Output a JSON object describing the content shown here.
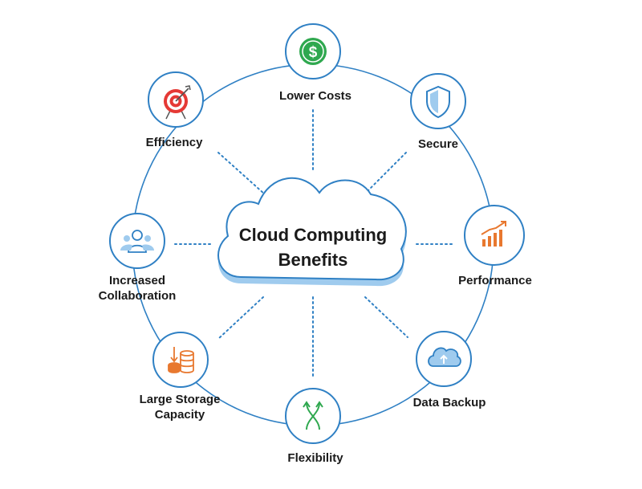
{
  "center": {
    "title_line1": "Cloud Computing",
    "title_line2": "Benefits"
  },
  "benefits": [
    {
      "id": "lower-costs",
      "label_lines": [
        "Lower Costs"
      ],
      "icon": "dollar-coin-icon",
      "color": "#2fa84f"
    },
    {
      "id": "secure",
      "label_lines": [
        "Secure"
      ],
      "icon": "shield-icon",
      "color": "#2f80c4"
    },
    {
      "id": "performance",
      "label_lines": [
        "Performance"
      ],
      "icon": "growth-chart-icon",
      "color": "#e8782f"
    },
    {
      "id": "data-backup",
      "label_lines": [
        "Data Backup"
      ],
      "icon": "cloud-upload-icon",
      "color": "#2f80c4"
    },
    {
      "id": "flexibility",
      "label_lines": [
        "Flexibility"
      ],
      "icon": "crossing-arrows-icon",
      "color": "#2fa84f"
    },
    {
      "id": "large-storage-capacity",
      "label_lines": [
        "Large Storage",
        "Capacity"
      ],
      "icon": "coin-stack-icon",
      "color": "#e8782f"
    },
    {
      "id": "increased-collaboration",
      "label_lines": [
        "Increased",
        "Collaboration"
      ],
      "icon": "team-icon",
      "color": "#2f80c4"
    },
    {
      "id": "efficiency",
      "label_lines": [
        "Efficiency"
      ],
      "icon": "target-icon",
      "color": "#e53935"
    }
  ],
  "colors": {
    "ring": "#2f80c4",
    "cloud_fill": "#ffffff",
    "cloud_shadow": "#9fcbee",
    "text": "#1a1a1a"
  }
}
